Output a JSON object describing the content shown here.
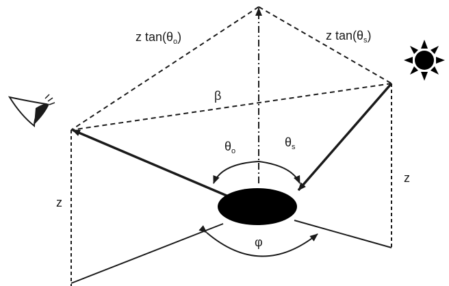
{
  "labels": {
    "ztan_o": {
      "prefix": "z tan(θ",
      "sub": "o",
      "suffix": ")"
    },
    "ztan_s": {
      "prefix": "z tan(θ",
      "sub": "s",
      "suffix": ")"
    },
    "beta": "β",
    "theta_o": {
      "main": "θ",
      "sub": "o"
    },
    "theta_s": {
      "main": "θ",
      "sub": "s"
    },
    "z_left": "z",
    "z_right": "z",
    "phi": "φ"
  },
  "icons": {
    "observer": "eye-icon",
    "source": "sun-icon"
  },
  "colors": {
    "stroke": "#1a1a1a",
    "fill": "#000000"
  }
}
